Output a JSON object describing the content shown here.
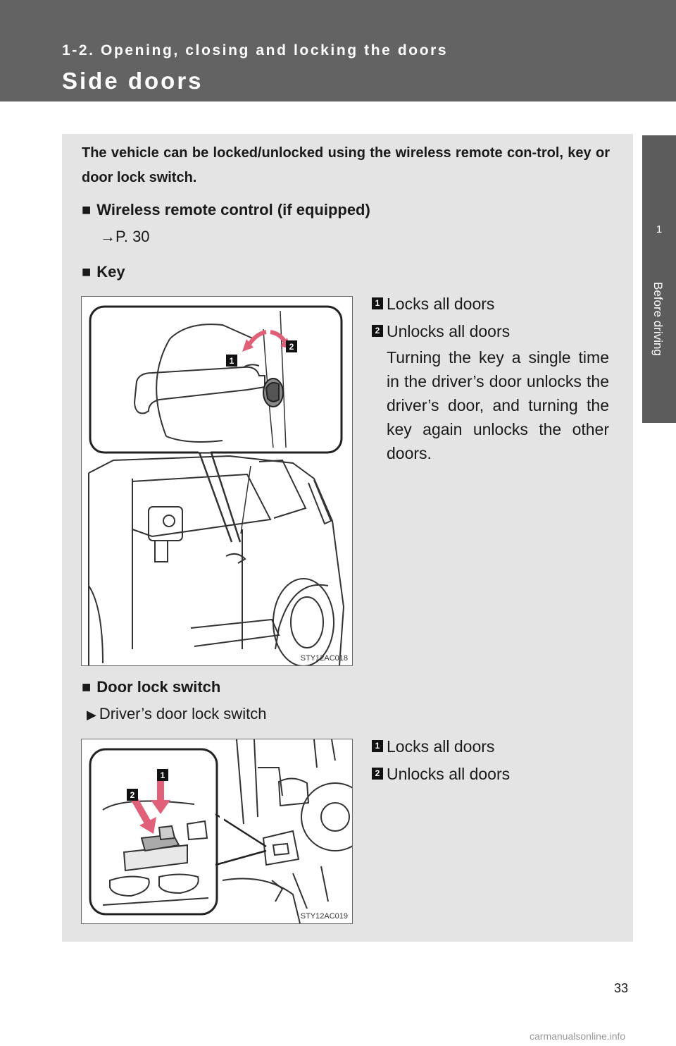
{
  "header": {
    "section_label": "1-2. Opening, closing and locking the doors",
    "title": "Side doors"
  },
  "side_tab": {
    "chapter_number": "1",
    "chapter_name": "Before driving"
  },
  "intro": "The vehicle can be locked/unlocked using the wireless remote con-trol, key or door lock switch.",
  "sections": {
    "wireless": {
      "marker": "■",
      "title": "Wireless remote control (if equipped)",
      "reference": "→P. 30"
    },
    "key": {
      "marker": "■",
      "title": "Key",
      "figure_code": "STY12AC018",
      "items": [
        {
          "number": "1",
          "text": "Locks all doors"
        },
        {
          "number": "2",
          "text": "Unlocks all doors"
        }
      ],
      "note": "Turning the key a single time in the driver’s door unlocks the driver’s door, and turning the key again unlocks the other doors."
    },
    "switch": {
      "marker": "■",
      "title": "Door lock switch",
      "subheading_marker": "▶",
      "subheading": "Driver’s door lock switch",
      "figure_code": "STY12AC019",
      "items": [
        {
          "number": "1",
          "text": "Locks all doors"
        },
        {
          "number": "2",
          "text": "Unlocks all doors"
        }
      ]
    }
  },
  "page_number": "33",
  "watermark": "carmanualsonline.info",
  "colors": {
    "header": "#636363",
    "panel": "#e4e4e4",
    "arrow": "#e0607a"
  }
}
